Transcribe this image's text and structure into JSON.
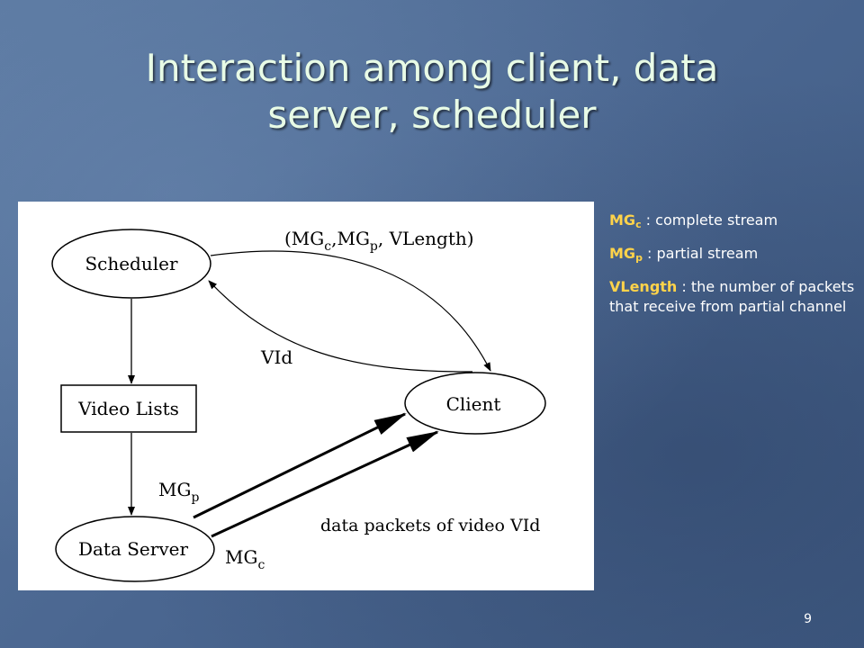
{
  "slide": {
    "title_line1": "Interaction among client, data",
    "title_line2": "server, scheduler",
    "page_number": "9"
  },
  "diagram": {
    "nodes": {
      "scheduler": "Scheduler",
      "video_lists": "Video Lists",
      "data_server": "Data Server",
      "client": "Client"
    },
    "labels": {
      "top_open": "(MG",
      "top_c": "c",
      "top_mid": ",MG",
      "top_p": "p",
      "top_close": ", VLength)",
      "vid": "VId",
      "mgp_base": "MG",
      "mgp_sub": "p",
      "mgc_base": "MG",
      "mgc_sub": "c",
      "packets": "data packets of video VId"
    }
  },
  "legend": [
    {
      "key": "MG",
      "sub": "c",
      "text": " : complete stream"
    },
    {
      "key": "MG",
      "sub": "p",
      "text": " : partial stream"
    },
    {
      "key": "VLength",
      "sub": "",
      "text": " : the number of packets that receive from partial channel"
    }
  ]
}
